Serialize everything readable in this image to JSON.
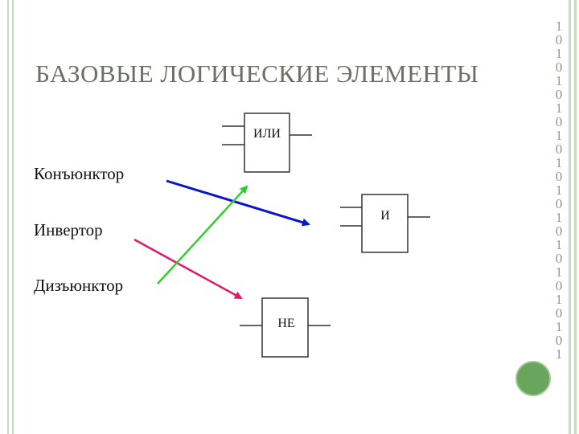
{
  "title": "БАЗОВЫЕ ЛОГИЧЕСКИЕ ЭЛЕМЕНТЫ",
  "terms": [
    "Конъюнктор",
    "Инвертор",
    "Дизъюнктор"
  ],
  "gates": {
    "or_label": "ИЛИ",
    "and_label": "И",
    "not_label": "НЕ"
  },
  "binary_strip": [
    "1",
    "0",
    "1",
    "0",
    "1",
    "0",
    "1",
    "0",
    "1",
    "0",
    "1",
    "0",
    "1",
    "0",
    "1",
    "0",
    "1",
    "0",
    "1",
    "0",
    "1",
    "0",
    "1",
    "0",
    "1"
  ],
  "colors": {
    "conjunctor_arrow": "#0a14c8",
    "inverter_arrow": "#e0186a",
    "disjunctor_arrow": "#33cc33",
    "accent": "#6aa55d"
  }
}
